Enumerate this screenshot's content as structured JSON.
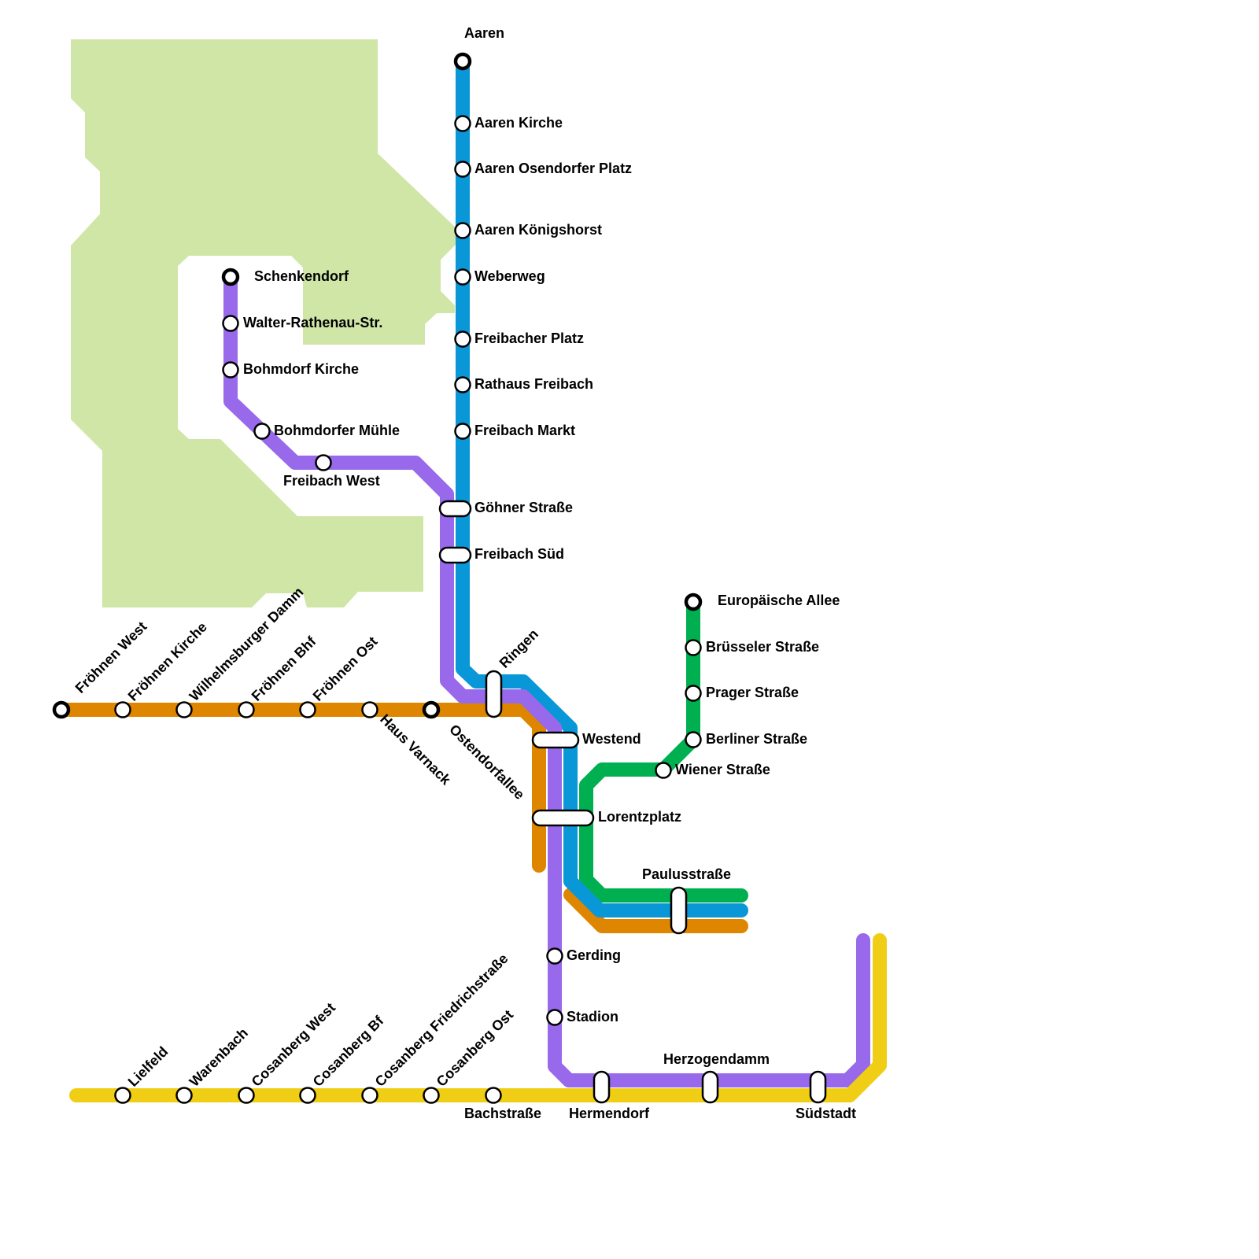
{
  "colors": {
    "park": "#d0e6a7",
    "blue_line": "#0a97d8",
    "purple_line": "#9869eb",
    "orange_line": "#df8600",
    "green_line": "#00b050",
    "yellow_line": "#f0ce15"
  },
  "stations": {
    "aaren": "Aaren",
    "aaren_kirche": "Aaren Kirche",
    "aaren_osendorfer_platz": "Aaren Osendorfer Platz",
    "aaren_koenigshorst": "Aaren Königshorst",
    "weberweg": "Weberweg",
    "freibacher_platz": "Freibacher Platz",
    "rathaus_freibach": "Rathaus Freibach",
    "freibach_markt": "Freibach Markt",
    "goehner_strasse": "Göhner Straße",
    "freibach_sued": "Freibach Süd",
    "schenkendorf": "Schenkendorf",
    "walter_rathenau": "Walter-Rathenau-Str.",
    "bohmdorf_kirche": "Bohmdorf Kirche",
    "bohmdorfer_muehle": "Bohmdorfer Mühle",
    "freibach_west": "Freibach West",
    "ringen": "Ringen",
    "westend": "Westend",
    "lorentzplatz": "Lorentzplatz",
    "gerding": "Gerding",
    "stadion": "Stadion",
    "hermendorf": "Hermendorf",
    "herzogendamm": "Herzogendamm",
    "suedstadt": "Südstadt",
    "europaeische_allee": "Europäische Allee",
    "bruesseler_strasse": "Brüsseler Straße",
    "prager_strasse": "Prager Straße",
    "berliner_strasse": "Berliner Straße",
    "wiener_strasse": "Wiener Straße",
    "paulusstrasse": "Paulusstraße",
    "froehnen_west": "Fröhnen West",
    "froehnen_kirche": "Fröhnen Kirche",
    "wilhelmsburger_damm": "Wilhelmsburger Damm",
    "froehnen_bhf": "Fröhnen Bhf",
    "froehnen_ost": "Fröhnen Ost",
    "haus_varnack": "Haus Varnack",
    "ostendorfallee": "Ostendorfallee",
    "lielfeld": "Lielfeld",
    "warenbach": "Warenbach",
    "cosanberg_west": "Cosanberg West",
    "cosanberg_bf": "Cosanberg Bf",
    "cosanberg_friedrichstrasse": "Cosanberg Friedrichstraße",
    "cosanberg_ost": "Cosanberg Ost",
    "bachstrasse": "Bachstraße"
  }
}
